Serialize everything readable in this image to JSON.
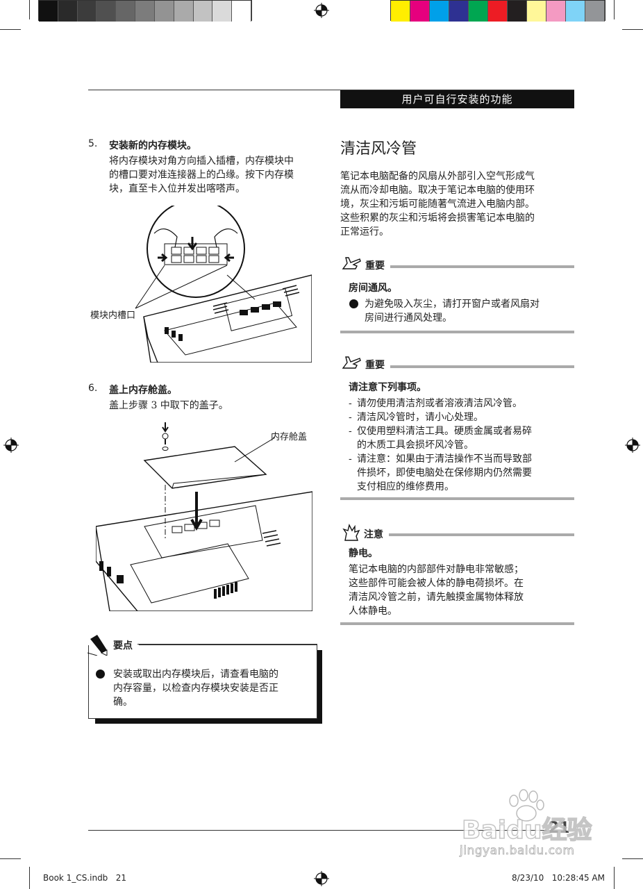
{
  "header": {
    "section_title": "用户可自行安装的功能"
  },
  "left": {
    "step5": {
      "number": "5.",
      "title": "安装新的内存模块。",
      "lines": [
        "将内存模块对角方向插入插槽，内存模块中",
        "的槽口要对准连接器上的凸缘。按下内存模",
        "块，直至卡入位并发出喀嗒声。"
      ]
    },
    "figure1_label": "模块内槽口",
    "step6": {
      "number": "6.",
      "title": "盖上内存舱盖。",
      "line": "盖上步骤 3 中取下的盖子。"
    },
    "figure2_label": "内存舱盖",
    "tip": {
      "heading": "要点",
      "lines": [
        "安装或取出内存模块后，请查看电脑的",
        "内存容量，以检查内存模块安装是否正",
        "确。"
      ]
    }
  },
  "right": {
    "section_heading": "清洁风冷管",
    "intro_lines": [
      "笔记本电脑配备的风扇从外部引入空气形成气",
      "流从而冷却电脑。取决于笔记本电脑的使用环",
      "境，灰尘和污垢可能随著气流进入电脑内部。",
      "这些积累的灰尘和污垢将会损害笔记本电脑的",
      "正常运行。"
    ],
    "important1": {
      "heading": "重要",
      "subheading": "房间通风。",
      "bullet_lines": [
        "为避免吸入灰尘，请打开窗户或者风扇对",
        "房间进行通风处理。"
      ]
    },
    "important2": {
      "heading": "重要",
      "subheading": "请注意下列事项。",
      "items": [
        {
          "lines": [
            "请勿使用清洁剂或者溶液清洁风冷管。"
          ]
        },
        {
          "lines": [
            "清洁风冷管时，请小心处理。"
          ]
        },
        {
          "lines": [
            "仅使用塑料清洁工具。硬质金属或者易碎",
            "的木质工具会损坏风冷管。"
          ]
        },
        {
          "lines": [
            "请注意：如果由于清洁操作不当而导致部",
            "件损坏，即使电脑处在保修期内仍然需要",
            "支付相应的维修费用。"
          ]
        }
      ]
    },
    "caution": {
      "heading": "注意",
      "subheading": "静电。",
      "lines": [
        "笔记本电脑的内部部件对静电非常敏感；",
        "这些部件可能会被人体的静电荷损坏。在",
        "清洁风冷管之前，请先触摸金属物体释放",
        "人体静电。"
      ]
    }
  },
  "footer": {
    "page_number": "21",
    "file_info": "Book 1_CS.indb   21",
    "timestamp": "8/23/10   10:28:45 AM",
    "watermark_brand": "Baidu经验",
    "watermark_url": "jingyan.baidu.com"
  },
  "colors": {
    "gray_bars": [
      "#111111",
      "#2a2a2a",
      "#3c3c3c",
      "#505050",
      "#666666",
      "#7c7c7c",
      "#939393",
      "#aaaaaa",
      "#c2c2c2",
      "#dadada",
      "#ffffff"
    ],
    "color_bars": [
      "#ffee00",
      "#e6007e",
      "#00a0e9",
      "#2e3192",
      "#00a651",
      "#ed1c24",
      "#231f20",
      "#fff799",
      "#f49ac2",
      "#7fd3f7",
      "#939598"
    ]
  }
}
